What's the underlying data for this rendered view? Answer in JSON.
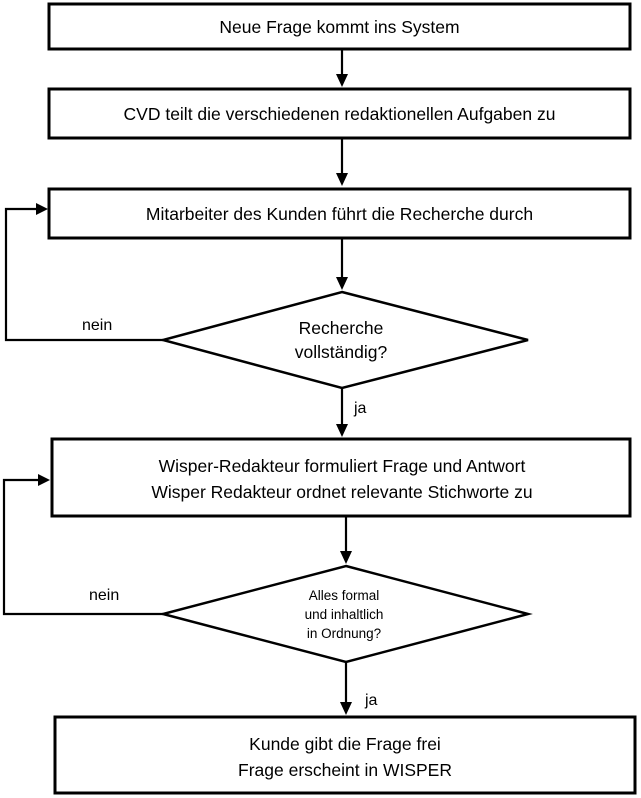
{
  "steps": {
    "step1": "Neue Frage kommt ins System",
    "step2": "CVD teilt die verschiedenen redaktionellen Aufgaben zu",
    "step3": "Mitarbeiter des Kunden führt die Recherche durch",
    "step4_line1": "Wisper-Redakteur formuliert Frage und Antwort",
    "step4_line2": "Wisper Redakteur ordnet relevante Stichworte zu",
    "step5_line1": "Kunde gibt die Frage frei",
    "step5_line2": "Frage erscheint in WISPER"
  },
  "decisions": {
    "decision1_line1": "Recherche",
    "decision1_line2": "vollständig?",
    "decision2_line1": "Alles formal",
    "decision2_line2": "und inhaltlich",
    "decision2_line3": "in Ordnung?"
  },
  "labels": {
    "no1": "nein",
    "yes1": "ja",
    "no2": "nein",
    "yes2": "ja"
  }
}
